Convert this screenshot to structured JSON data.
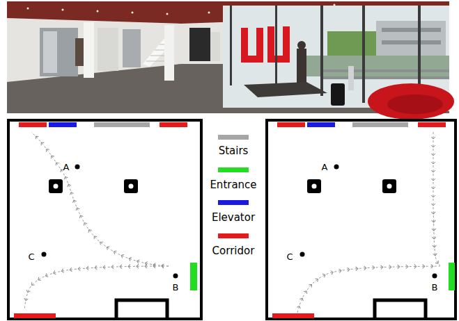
{
  "diagram": {
    "labels": [
      "A",
      "B",
      "C",
      "A",
      "B",
      "C"
    ],
    "legend": [
      {
        "text": "Stairs",
        "color": "#a6a6a6"
      },
      {
        "text": "Entrance",
        "color": "#22dd22"
      },
      {
        "text": "Elevator",
        "color": "#1a1ae6"
      },
      {
        "text": "Corridor",
        "color": "#e61a1a"
      }
    ]
  }
}
